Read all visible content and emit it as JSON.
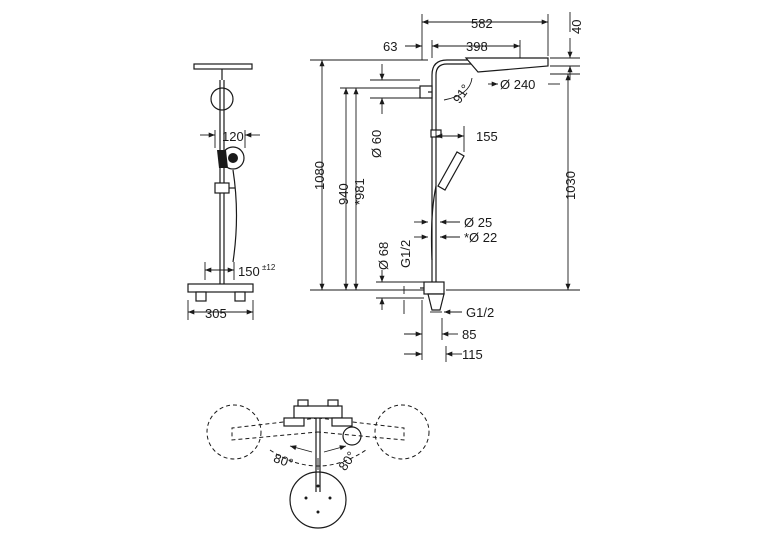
{
  "front_view": {
    "dim_head_width": "120",
    "dim_spacing": "150",
    "dim_spacing_tol": "±12",
    "dim_thermostat_width": "305"
  },
  "side_view": {
    "dim_total_projection": "582",
    "dim_head_thickness": "40",
    "dim_arm_offset": "63",
    "dim_arm_length": "398",
    "dim_head_angle": "91°",
    "dim_head_diameter": "Ø 240",
    "dim_arm_diameter": "Ø 60",
    "dim_handshower_projection": "155",
    "dim_total_height": "1080",
    "dim_height_940": "940",
    "dim_height_981": "*981",
    "dim_height_1030": "1030",
    "dim_pipe_25": "Ø 25",
    "dim_pipe_22": "*Ø 22",
    "dim_connection_left": "G1/2",
    "dim_connection_right": "G1/2",
    "dim_rosette_68": "Ø 68",
    "dim_projection_85": "85",
    "dim_projection_115": "115"
  },
  "top_view": {
    "rotation_left": "80°",
    "rotation_right": "80°"
  }
}
